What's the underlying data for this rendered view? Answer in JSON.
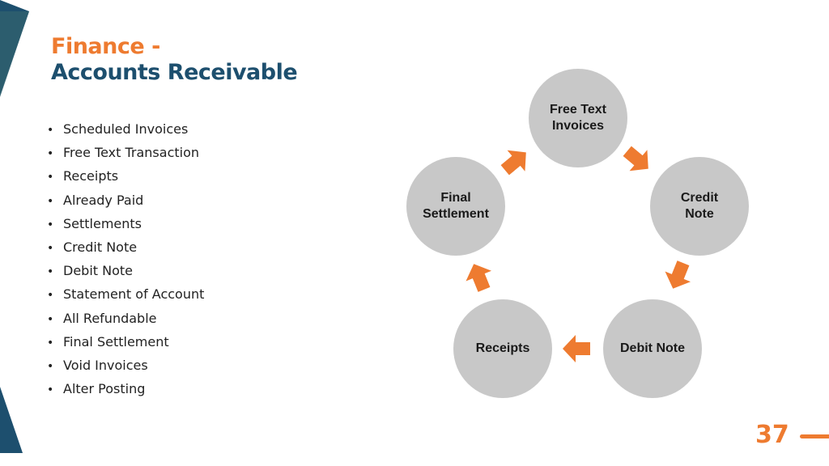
{
  "title": {
    "line1": "Finance -",
    "line2": "Accounts Receivable"
  },
  "bullets": [
    "Scheduled Invoices",
    "Free Text Transaction",
    "Receipts",
    "Already Paid",
    "Settlements",
    "Credit Note",
    "Debit Note",
    "Statement of Account",
    "All Refundable",
    "Final Settlement",
    "Void Invoices",
    "Alter Posting"
  ],
  "cycle": {
    "nodes": [
      {
        "label": "Free Text\nInvoices"
      },
      {
        "label": "Credit\nNote"
      },
      {
        "label": "Debit Note"
      },
      {
        "label": "Receipts"
      },
      {
        "label": "Final\nSettlement"
      }
    ]
  },
  "page_number": "37",
  "colors": {
    "accent": "#ee7b30",
    "title_blue": "#1d4f6e",
    "circle": "#c8c8c8",
    "deco_dark": "#1d4f6e"
  }
}
